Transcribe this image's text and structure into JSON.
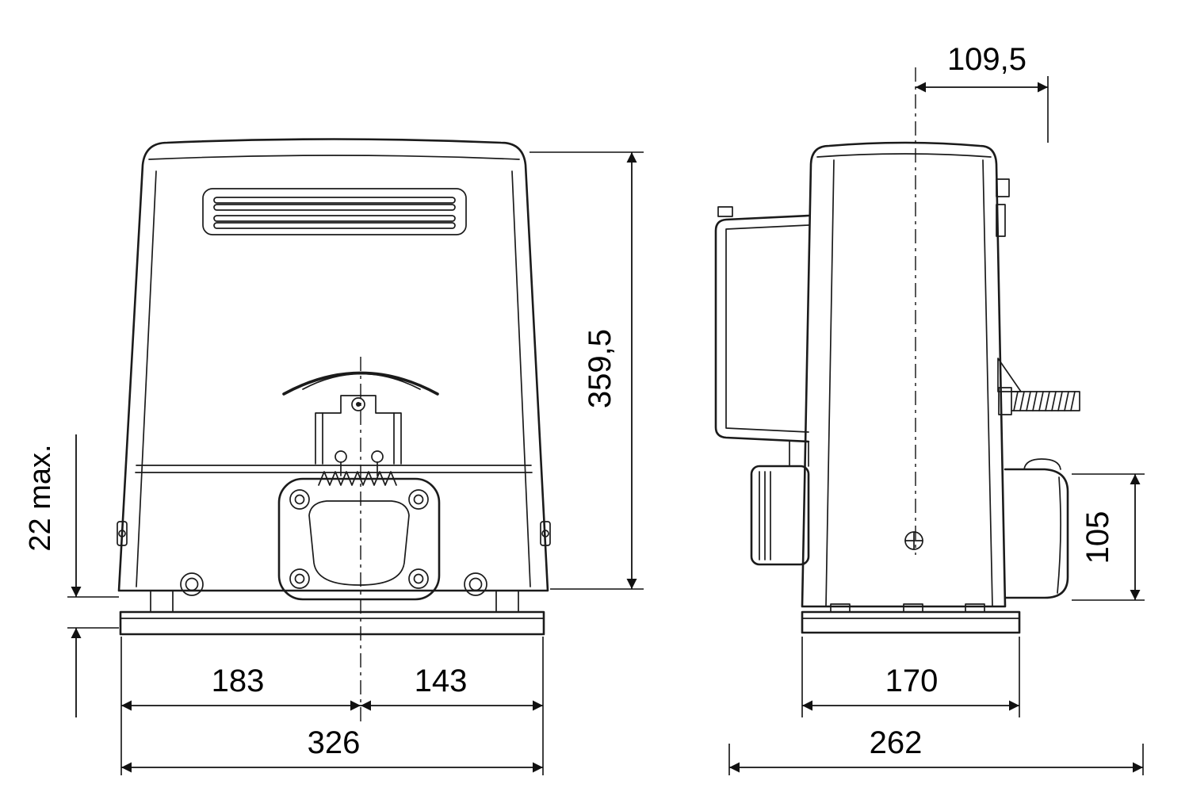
{
  "front_view": {
    "dims": {
      "height": "359,5",
      "clearance": "22 max.",
      "left_to_center": "183",
      "center_to_right": "143",
      "total_width": "326"
    }
  },
  "side_view": {
    "dims": {
      "center_to_back": "109,5",
      "motor_height": "105",
      "base_depth": "170",
      "total_depth": "262"
    }
  }
}
